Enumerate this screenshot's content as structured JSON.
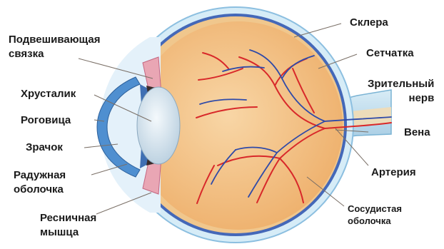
{
  "labels": {
    "suspensory_ligament": [
      "Подвешивающая",
      "связка"
    ],
    "lens": "Хрусталик",
    "cornea": "Роговица",
    "pupil": "Зрачок",
    "iris": [
      "Радужная",
      "оболочка"
    ],
    "ciliary_muscle": [
      "Ресничная",
      "мышца"
    ],
    "sclera": "Склера",
    "retina": "Сетчатка",
    "optic_nerve": [
      "Зрительный",
      "нерв"
    ],
    "vein": "Вена",
    "artery": "Артерия",
    "choroid": [
      "Сосудистая",
      "оболочка"
    ]
  },
  "colors": {
    "sclera": "#d6ecf7",
    "vitreous": "#f4c48a",
    "vessel_red": "#d8282a",
    "vessel_blue": "#2f4aa8",
    "cornea": "#4f8fd0",
    "lens": "#d4e4ef",
    "leader": "#7a6f66"
  }
}
